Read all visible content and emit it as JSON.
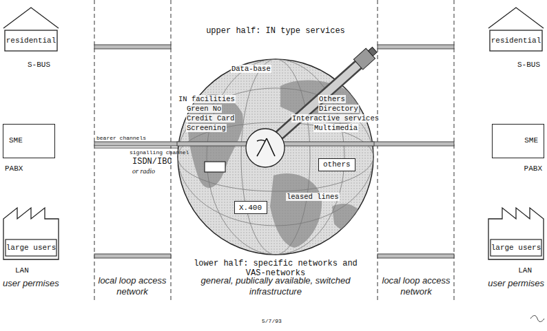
{
  "diagram": {
    "nodes": [
      {
        "text": [
          "residential",
          "S-BUS"
        ]
      },
      {
        "text": [
          "SME",
          "PABX"
        ]
      },
      {
        "text": [
          "large users",
          "LAN"
        ]
      },
      {
        "text": [
          "Data-base",
          "IN facilities",
          "Green No",
          "Credit Card",
          "Screening",
          "Others",
          "Directory",
          "Interactive services",
          "Multimedia",
          "leased lines"
        ]
      },
      {
        "text": [
          "X.400"
        ],
        "in": 3
      },
      {
        "text": [
          "others"
        ],
        "in": 3
      },
      {
        "text": [
          "residential",
          "S-BUS"
        ]
      },
      {
        "text": [
          "SME",
          "PABX"
        ]
      },
      {
        "text": [
          "large users",
          "LAN"
        ]
      }
    ],
    "labels": [
      "upper half: IN type services",
      "bearer channels",
      "signalling channel",
      "ISDN/IBC",
      "or radio",
      "lower half: specific networks and VAS-networks",
      "user permises",
      "local loop access network",
      "general, publically available, switched infrastructure",
      "local loop access network",
      "user permises",
      "5/7/93"
    ]
  }
}
